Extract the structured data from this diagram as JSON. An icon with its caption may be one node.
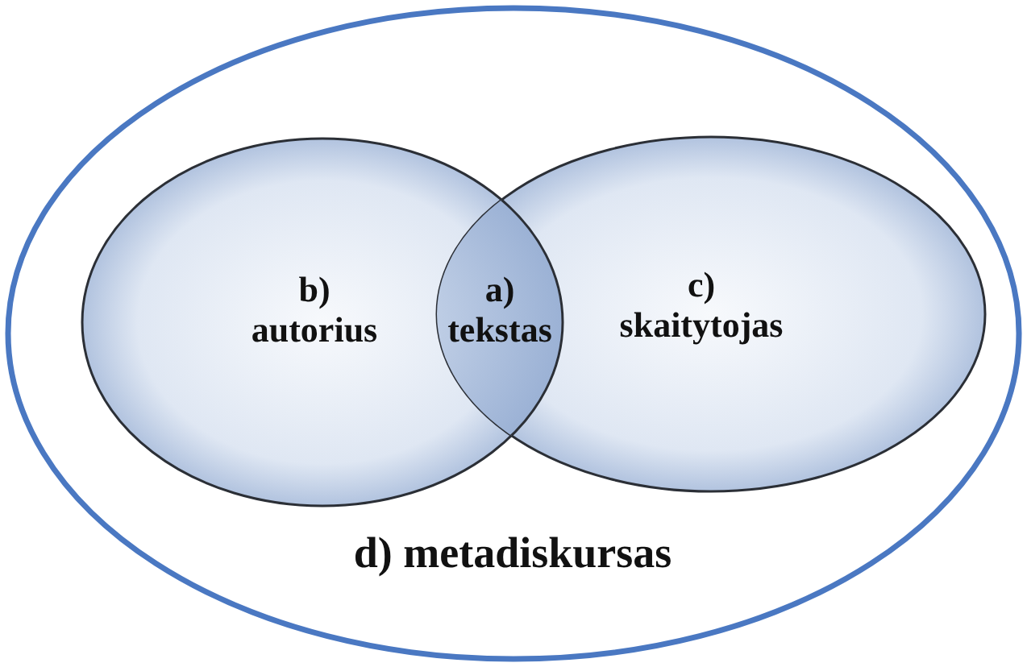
{
  "diagram": {
    "nodes": [
      {
        "text": [
          "d) metadiskursas"
        ]
      },
      {
        "text": [
          "b) autorius"
        ],
        "in": 0
      },
      {
        "text": [
          "a) tekstas"
        ],
        "in": 0
      },
      {
        "text": [
          "c) skaitytojas"
        ],
        "in": 0
      }
    ]
  }
}
